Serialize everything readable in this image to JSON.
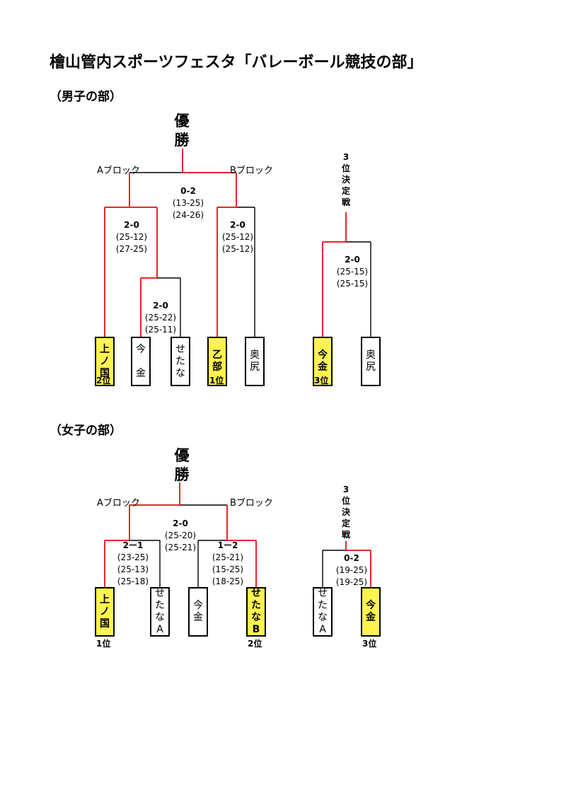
{
  "title": "檜山管内スポーツフェスタ「バレーボール競技の部」",
  "colors": {
    "winner_path": "#e8262b",
    "winner_fill": "#fff44f",
    "line": "#000000"
  },
  "men": {
    "section": "（男子の部）",
    "champion": "優\n勝",
    "block_a": "Aブロック",
    "block_b": "Bブロック",
    "third_place_label": "3\n位\n決\n定\n戦",
    "final": {
      "result": "0-2",
      "set1": "(13-25)",
      "set2": "(24-26)"
    },
    "a_semi": {
      "result": "2-0",
      "set1": "(25-12)",
      "set2": "(27-25)"
    },
    "a_first": {
      "result": "2-0",
      "set1": "(25-22)",
      "set2": "(25-11)"
    },
    "b_semi": {
      "result": "2-0",
      "set1": "(25-12)",
      "set2": "(25-12)"
    },
    "third": {
      "result": "2-0",
      "set1": "(25-15)",
      "set2": "(25-15)"
    },
    "teams": [
      "上\nノ\n国",
      "今\n\n金",
      "せ\nた\nな",
      "乙\n部",
      "奥\n尻",
      "今\n金",
      "奥\n尻"
    ],
    "ranks": {
      "first": "1位",
      "second": "2位",
      "third": "3位"
    }
  },
  "women": {
    "section": "（女子の部）",
    "champion": "優\n勝",
    "block_a": "Aブロック",
    "block_b": "Bブロック",
    "third_place_label": "3\n位\n決\n定\n戦",
    "final": {
      "result": "2-0",
      "set1": "(25-20)",
      "set2": "(25-21)"
    },
    "a_semi": {
      "result": "2ー1",
      "set1": "(23-25)",
      "set2": "(25-13)",
      "set3": "(25-18)"
    },
    "b_semi": {
      "result": "1ー2",
      "set1": "(25-21)",
      "set2": "(15-25)",
      "set3": "(18-25)"
    },
    "third": {
      "result": "0-2",
      "set1": "(19-25)",
      "set2": "(19-25)"
    },
    "teams": [
      "上\nノ\n国",
      "せ\nた\nな\nA",
      "今\n金",
      "せ\nた\nな\nB",
      "せ\nた\nな\nA",
      "今\n金"
    ],
    "ranks": {
      "first": "1位",
      "second": "2位",
      "third": "3位"
    }
  }
}
